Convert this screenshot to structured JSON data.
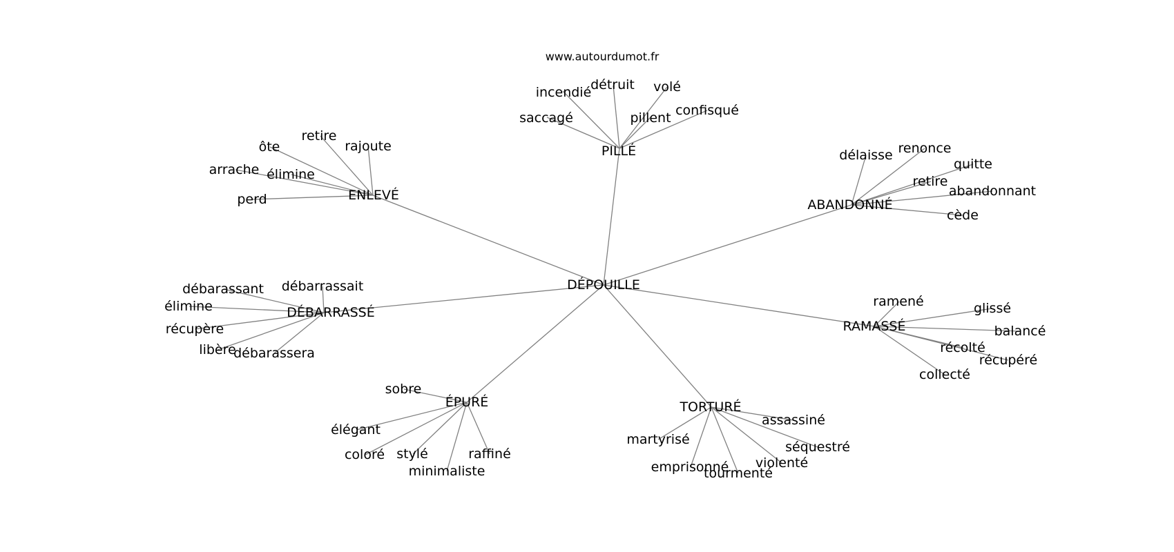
{
  "source_credit": "www.autourdumot.fr",
  "root": "DÉPOUILLE",
  "clusters": [
    {
      "id": "pille",
      "label": "PILLÉ",
      "words": [
        "incendié",
        "détruit",
        "volé",
        "saccagé",
        "pillent",
        "confisqué"
      ]
    },
    {
      "id": "enleve",
      "label": "ENLEVÉ",
      "words": [
        "ôte",
        "retire",
        "rajoute",
        "arrache",
        "élimine",
        "perd"
      ]
    },
    {
      "id": "abandonne",
      "label": "ABANDONNÉ",
      "words": [
        "délaisse",
        "renonce",
        "quitte",
        "retire",
        "abandonnant",
        "cède"
      ]
    },
    {
      "id": "debarrasse",
      "label": "DÉBARRASSÉ",
      "words": [
        "débarassant",
        "débarrassait",
        "élimine",
        "récupère",
        "libère",
        "débarassera"
      ]
    },
    {
      "id": "ramasse",
      "label": "RAMASSÉ",
      "words": [
        "ramené",
        "glissé",
        "balancé",
        "récolté",
        "récupéré",
        "collecté"
      ]
    },
    {
      "id": "epure",
      "label": "ÉPURÉ",
      "words": [
        "sobre",
        "élégant",
        "coloré",
        "stylé",
        "raffiné",
        "minimaliste"
      ]
    },
    {
      "id": "torture",
      "label": "TORTURÉ",
      "words": [
        "assassiné",
        "martyrisé",
        "séquestré",
        "emprisonné",
        "violenté",
        "tourmenté"
      ]
    }
  ]
}
